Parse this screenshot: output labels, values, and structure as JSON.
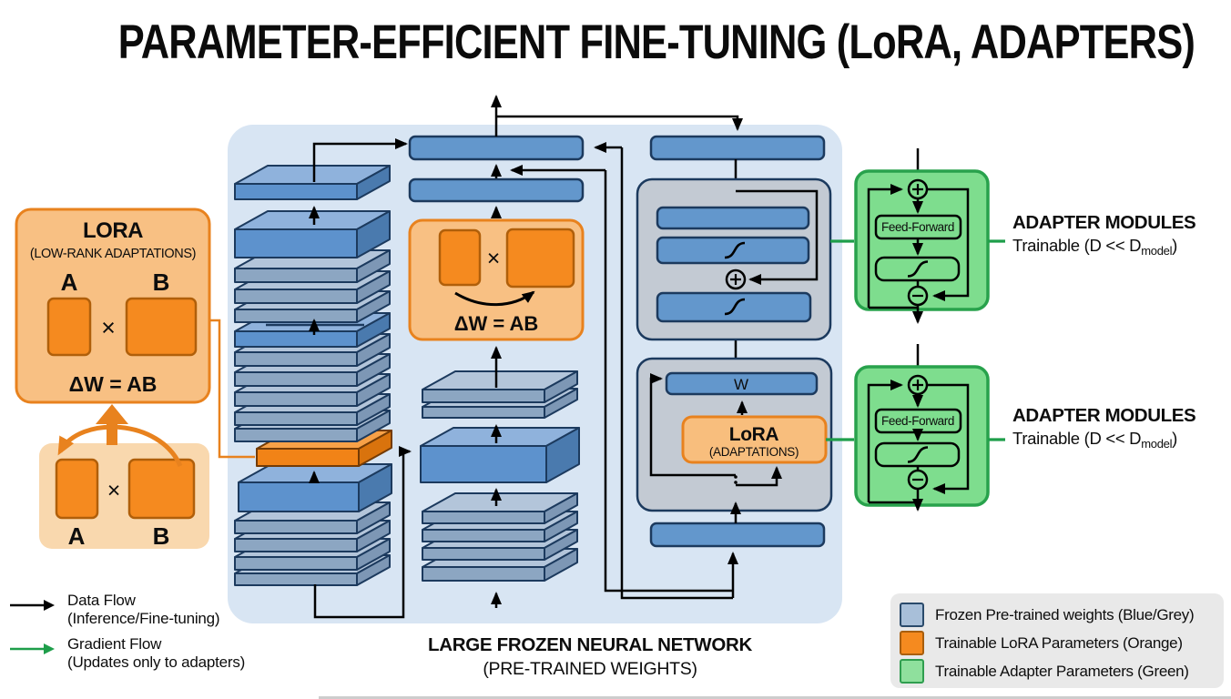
{
  "title": "PARAMETER-EFFICIENT FINE-TUNING (LoRA, ADAPTERS)",
  "left_lora": {
    "title": "LORA",
    "subtitle": "(LOW-RANK ADAPTATIONS)",
    "a": "A",
    "b": "B",
    "times": "×",
    "formula": "ΔW = AB"
  },
  "pair_box": {
    "a": "A",
    "b": "B",
    "times": "×"
  },
  "center_lora": {
    "times": "×",
    "formula": "ΔW = AB"
  },
  "right_block": {
    "w_label": "W",
    "lora_label": "LoRA",
    "lora_sub": "(ADAPTATIONS)"
  },
  "adapter_module": {
    "feed_forward": "Feed-Forward"
  },
  "adapter_label": {
    "title": "ADAPTER MODULES",
    "trainable_prefix": "Trainable (D << D",
    "trainable_sub": "model",
    "trainable_suffix": ")"
  },
  "caption": {
    "line1": "LARGE FROZEN NEURAL NETWORK",
    "line2": "(PRE-TRAINED WEIGHTS)"
  },
  "flow_legend": {
    "data_title": "Data Flow",
    "data_sub": "(Inference/Fine-tuning)",
    "grad_title": "Gradient Flow",
    "grad_sub": "(Updates only to adapters)"
  },
  "color_legend": {
    "items": [
      {
        "label": "Frozen Pre-trained weights (Blue/Grey)",
        "color": "#a8bfd9"
      },
      {
        "label": "Trainable LoRA Parameters (Orange)",
        "color": "#f58a1f"
      },
      {
        "label": "Trainable Adapter Parameters (Green)",
        "color": "#8fe09d"
      }
    ]
  },
  "colors": {
    "panel": "#d8e5f3",
    "blue_bar": "#6397cc",
    "grey_block": "#c3cad3",
    "orange_fill": "#f8c083",
    "orange_strong": "#f58a1f",
    "orange_line": "#e8821e",
    "green_fill": "#7edd8e",
    "green_line": "#1e9e4a",
    "navy_stroke": "#1c3a5e"
  }
}
